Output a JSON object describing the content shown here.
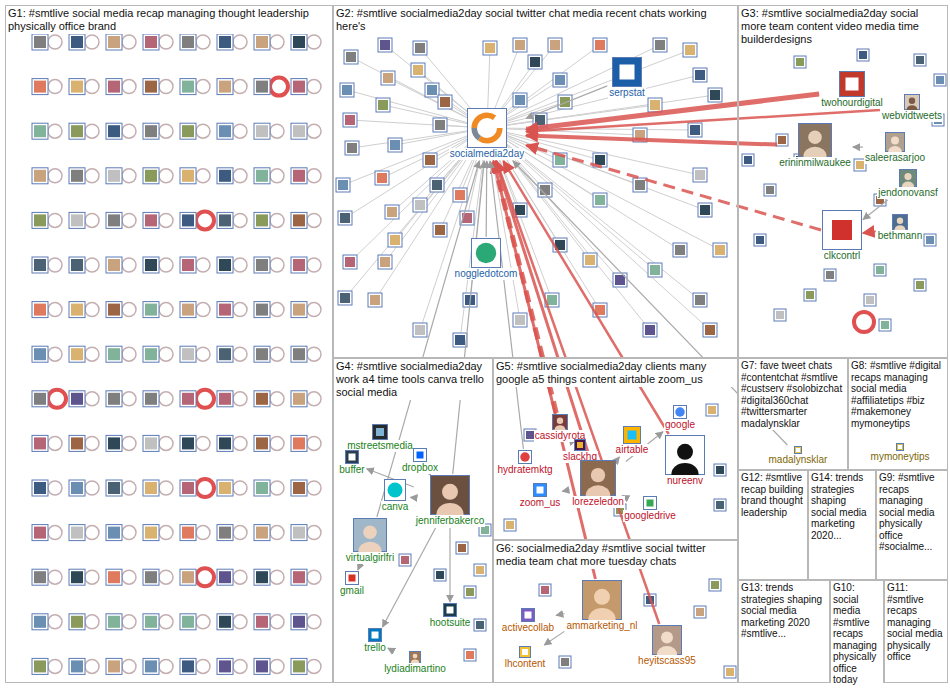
{
  "diagram": {
    "nodes": [
      {
        "text": [
          "G1: #smtlive social media recap managing thought leadership physically office brand"
        ]
      },
      {
        "text": [
          "G2: #smtlive socialmedia2day social twitter chat media recent chats working here's"
        ]
      },
      {
        "text": [
          "socialmedia2day"
        ],
        "in": 1
      },
      {
        "text": [
          "serpstat"
        ],
        "in": 1
      },
      {
        "text": [
          "noggledotcom"
        ],
        "in": 1
      },
      {
        "text": [
          "G3: #smtlive socialmedia2day social more team content video media time builderdesigns"
        ]
      },
      {
        "text": [
          "twohourdigital"
        ],
        "in": 5
      },
      {
        "text": [
          "webvidtweets"
        ],
        "in": 5
      },
      {
        "text": [
          "erininmilwaukee"
        ],
        "in": 5
      },
      {
        "text": [
          "saleerasarjoo"
        ],
        "in": 5
      },
      {
        "text": [
          "jendonovansf"
        ],
        "in": 5
      },
      {
        "text": [
          "bethmann"
        ],
        "in": 5
      },
      {
        "text": [
          "clkcontrl"
        ],
        "in": 5
      },
      {
        "text": [
          "G4: #smtlive socialmedia2day work a4 time tools canva trello social media"
        ]
      },
      {
        "text": [
          "mstreetsmedia"
        ],
        "in": 13
      },
      {
        "text": [
          "buffer"
        ],
        "in": 13
      },
      {
        "text": [
          "dropbox"
        ],
        "in": 13
      },
      {
        "text": [
          "canva"
        ],
        "in": 13
      },
      {
        "text": [
          "jenniferbakerco"
        ],
        "in": 13
      },
      {
        "text": [
          "virtualgirlfri"
        ],
        "in": 13
      },
      {
        "text": [
          "gmail"
        ],
        "in": 13
      },
      {
        "text": [
          "hootsuite"
        ],
        "in": 13
      },
      {
        "text": [
          "trello"
        ],
        "in": 13
      },
      {
        "text": [
          "lydiadimartino"
        ],
        "in": 13
      },
      {
        "text": [
          "G5: #smtlive socialmedia2day clients many google a5 things content airtable zoom_us"
        ]
      },
      {
        "text": [
          "cassidyrota"
        ],
        "in": 24
      },
      {
        "text": [
          "slackhq"
        ],
        "in": 24
      },
      {
        "text": [
          "google"
        ],
        "in": 24
      },
      {
        "text": [
          "hydratemktg"
        ],
        "in": 24
      },
      {
        "text": [
          "airtable"
        ],
        "in": 24
      },
      {
        "text": [
          "nureenv"
        ],
        "in": 24
      },
      {
        "text": [
          "zoom_us"
        ],
        "in": 24
      },
      {
        "text": [
          "lorezeledon"
        ],
        "in": 24
      },
      {
        "text": [
          "googledrive"
        ],
        "in": 24
      },
      {
        "text": [
          "G6: socialmedia2day #smtlive social twitter media team chat more tuesday chats"
        ]
      },
      {
        "text": [
          "ammarketing_nl"
        ],
        "in": 34
      },
      {
        "text": [
          "activecollab"
        ],
        "in": 34
      },
      {
        "text": [
          "lhcontent"
        ],
        "in": 34
      },
      {
        "text": [
          "heyitscass95"
        ],
        "in": 34
      },
      {
        "text": [
          "G7: fave tweet chats #contentchat #smtlive #custserv #solobizchat #digital360chat #twittersmarter madalynsklar"
        ]
      },
      {
        "text": [
          "madalynsklar"
        ],
        "in": 39
      },
      {
        "text": [
          "G8: #smtlive #digital recaps managing social media #affiliatetips #biz #makemoney mymoneytips"
        ]
      },
      {
        "text": [
          "mymoneytips"
        ],
        "in": 41
      },
      {
        "text": [
          "G12: #smtlive recap building brand thought leadership"
        ]
      },
      {
        "text": [
          "G14: trends strategies shaping social media marketing 2020..."
        ]
      },
      {
        "text": [
          "G9: #smtlive recaps managing social media physically office #socialme..."
        ]
      },
      {
        "text": [
          "G13: trends strategies shaping social media marketing 2020 #smtlive..."
        ]
      },
      {
        "text": [
          "G10: social media #smtlive recaps managing physically office today"
        ]
      },
      {
        "text": [
          "G11: #smtlive recaps managing social media physically office"
        ]
      }
    ],
    "edges": [
      {
        "from": 3,
        "to": 2,
        "arrow": "to"
      },
      {
        "from": 4,
        "to": 2,
        "arrow": "to"
      },
      {
        "from": 6,
        "to": 2,
        "arrow": "to"
      },
      {
        "from": 8,
        "to": 2,
        "arrow": "to"
      },
      {
        "from": 12,
        "to": 2,
        "arrow": "to"
      },
      {
        "from": 7,
        "to": 2,
        "arrow": "to"
      },
      {
        "from": 25,
        "to": 2,
        "arrow": "to"
      },
      {
        "from": 32,
        "to": 2,
        "arrow": "to"
      },
      {
        "from": 30,
        "to": 2,
        "arrow": "to"
      },
      {
        "from": 35,
        "to": 2,
        "arrow": "to"
      },
      {
        "from": 38,
        "to": 2,
        "arrow": "to"
      },
      {
        "from": 18,
        "to": 2,
        "arrow": "to"
      },
      {
        "from": 19,
        "to": 2,
        "arrow": "to"
      },
      {
        "from": 28,
        "to": 2,
        "arrow": "to"
      },
      {
        "from": 18,
        "to": 17,
        "arrow": "to"
      },
      {
        "from": 18,
        "to": 15,
        "arrow": "to"
      },
      {
        "from": 18,
        "to": 21,
        "arrow": "to"
      },
      {
        "from": 18,
        "to": 22,
        "arrow": "to"
      },
      {
        "from": 18,
        "to": 16,
        "arrow": "to"
      },
      {
        "from": 19,
        "to": 20,
        "arrow": "to"
      },
      {
        "from": 32,
        "to": 31,
        "arrow": "to"
      },
      {
        "from": 32,
        "to": 29,
        "arrow": "to"
      },
      {
        "from": 32,
        "to": 27,
        "arrow": "to"
      },
      {
        "from": 32,
        "to": 26,
        "arrow": "to"
      },
      {
        "from": 32,
        "to": 33,
        "arrow": "to"
      },
      {
        "from": 35,
        "to": 36,
        "arrow": "to"
      },
      {
        "from": 35,
        "to": 37,
        "arrow": "to"
      },
      {
        "from": 11,
        "to": 12,
        "arrow": "to"
      },
      {
        "from": 10,
        "to": 12,
        "arrow": "to"
      },
      {
        "from": 9,
        "to": 8,
        "arrow": "to"
      },
      {
        "from": 40,
        "to": 2,
        "arrow": "to"
      },
      {
        "from": 23,
        "to": 22,
        "arrow": "to"
      },
      {
        "from": 25,
        "to": 26,
        "arrow": "to"
      }
    ]
  }
}
